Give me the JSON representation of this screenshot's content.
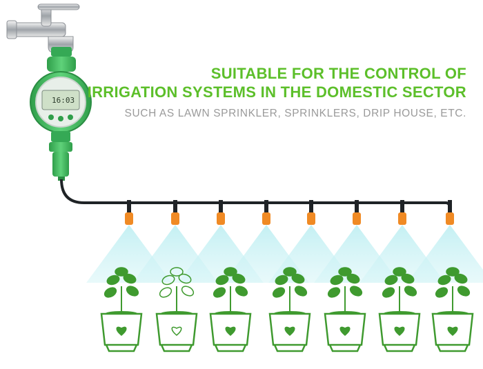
{
  "headline": {
    "line1": "SUITABLE FOR THE CONTROL OF",
    "line2": "IRRIGATION SYSTEMS IN THE DOMESTIC SECTOR",
    "line3": "SUCH AS LAWN SPRINKLER, SPRINKLERS, DRIP HOUSE, ETC."
  },
  "timer_display": {
    "time": "16:03"
  },
  "colors": {
    "headline_green": "#5cbf2a",
    "subline_gray": "#9a9a9a",
    "timer_green": "#3cb55a",
    "nozzle_orange": "#f08a24",
    "mist_cyan": "#aee6ee",
    "plant_green": "#3f9a2f",
    "pot_outline": "#3f9a2f"
  },
  "icons": [
    "faucet-icon",
    "timer-icon",
    "drip-nozzle-icon",
    "plant-pot-icon",
    "heart-icon"
  ]
}
